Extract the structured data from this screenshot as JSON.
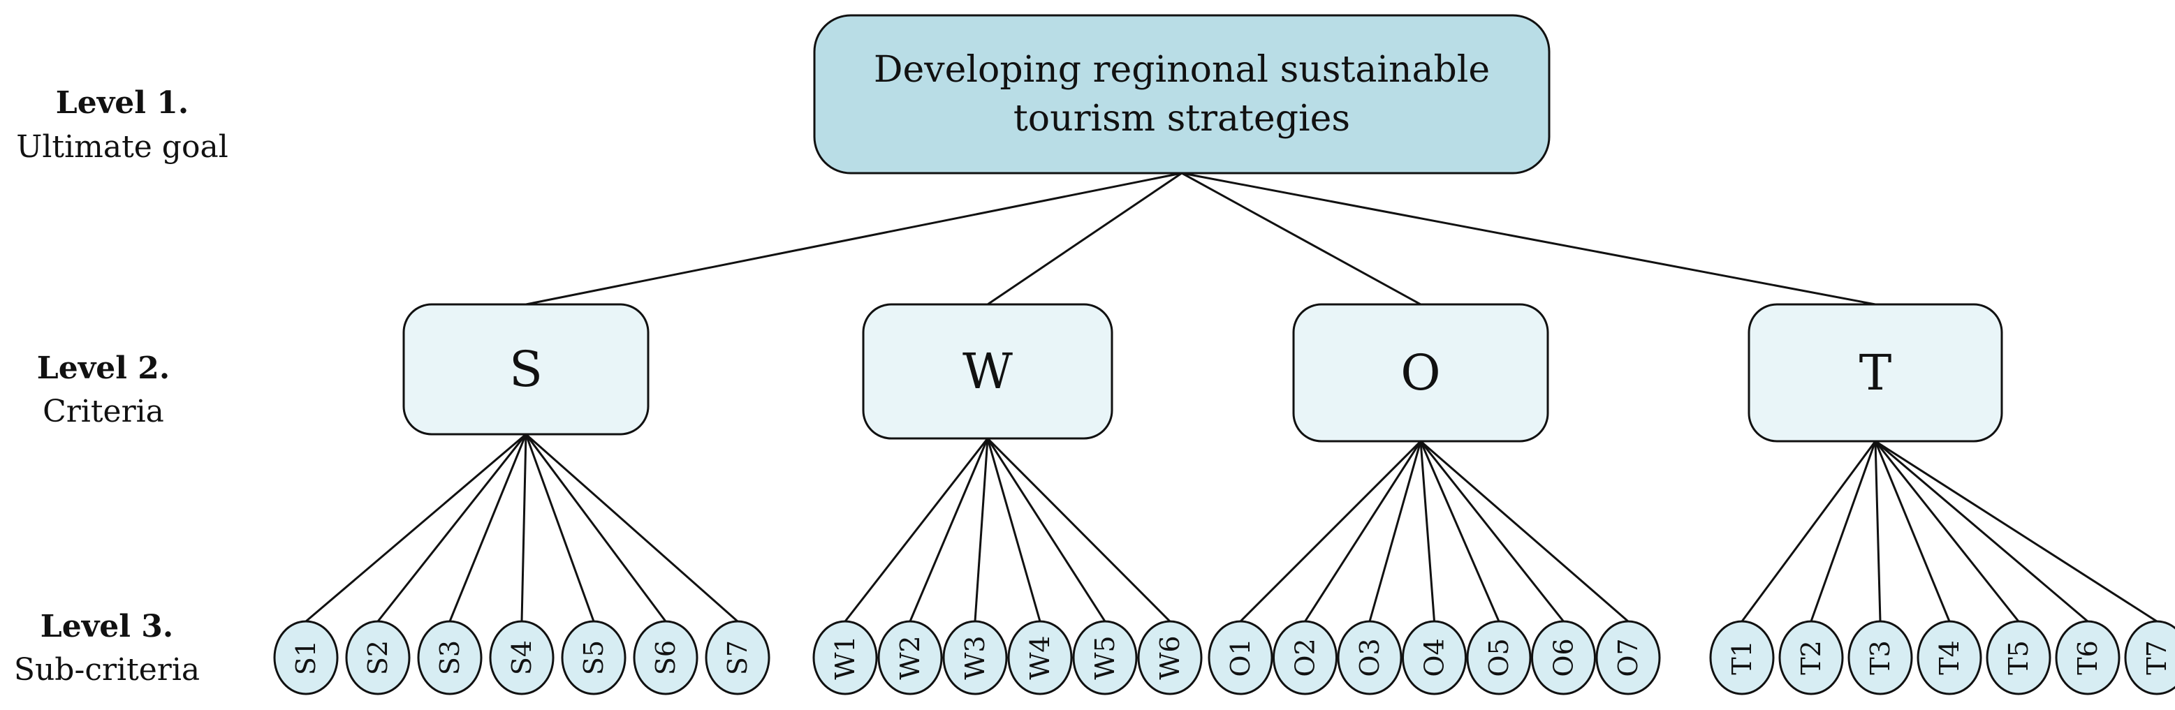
{
  "levels": [
    {
      "title": "Level 1.",
      "subtitle": "Ultimate goal"
    },
    {
      "title": "Level 2.",
      "subtitle": "Criteria"
    },
    {
      "title": "Level 3.",
      "subtitle": "Sub-criteria"
    }
  ],
  "goal": {
    "lines": [
      "Developing reginonal sustainable",
      "tourism strategies"
    ]
  },
  "criteria": [
    {
      "label": "S",
      "subcriteria": [
        "S1",
        "S2",
        "S3",
        "S4",
        "S5",
        "S6",
        "S7"
      ]
    },
    {
      "label": "W",
      "subcriteria": [
        "W1",
        "W2",
        "W3",
        "W4",
        "W5",
        "W6"
      ]
    },
    {
      "label": "O",
      "subcriteria": [
        "O1",
        "O2",
        "O3",
        "O4",
        "O5",
        "O6",
        "O7"
      ]
    },
    {
      "label": "T",
      "subcriteria": [
        "T1",
        "T2",
        "T3",
        "T4",
        "T5",
        "T6",
        "T7"
      ]
    }
  ],
  "colors": {
    "goal_fill": "#b9dde6",
    "criteria_fill": "#e9f5f8",
    "subcriteria_fill": "#d7edf3",
    "stroke": "#111111",
    "text": "#111111"
  }
}
